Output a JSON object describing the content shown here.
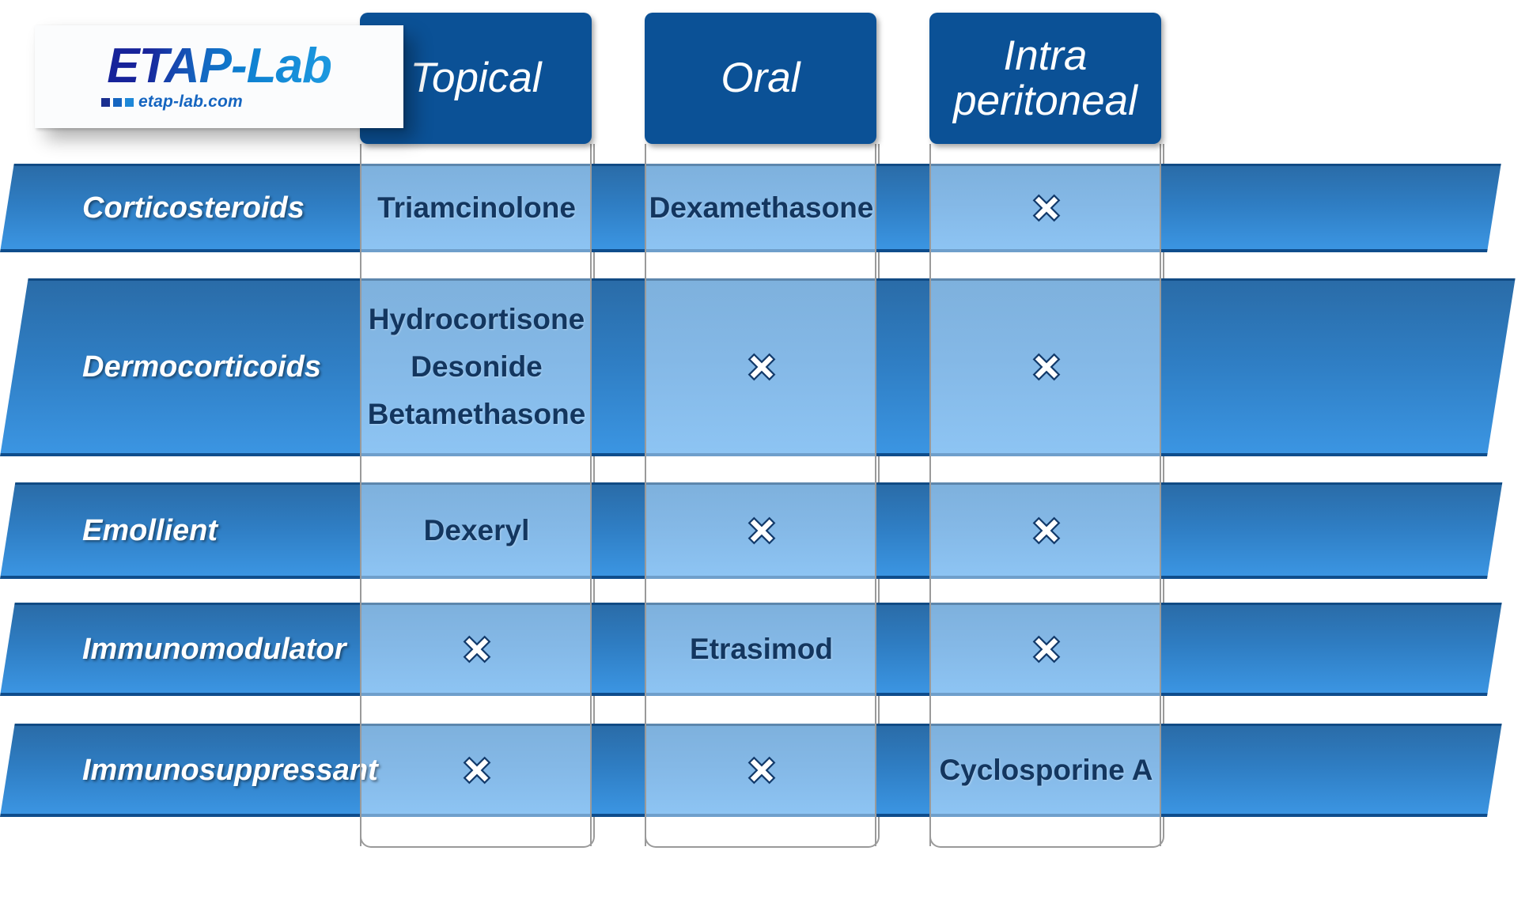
{
  "brand": {
    "name": "ETAP-Lab",
    "domain": "etap-lab.com",
    "squares_icon": "three-squares-icon"
  },
  "table": {
    "row_header_label": "",
    "columns": [
      {
        "label": "Topical"
      },
      {
        "label": "Oral"
      },
      {
        "label": "Intra\nperitoneal"
      }
    ],
    "rows": [
      {
        "label": "Corticosteroids",
        "cells": [
          {
            "type": "text",
            "value": "Triamcinolone"
          },
          {
            "type": "text",
            "value": "Dexamethasone"
          },
          {
            "type": "none",
            "value": "✕"
          }
        ]
      },
      {
        "label": "Dermocorticoids",
        "cells": [
          {
            "type": "list",
            "value": "Hydrocortisone\nDesonide\nBetamethasone"
          },
          {
            "type": "none",
            "value": "✕"
          },
          {
            "type": "none",
            "value": "✕"
          }
        ]
      },
      {
        "label": "Emollient",
        "cells": [
          {
            "type": "text",
            "value": "Dexeryl"
          },
          {
            "type": "none",
            "value": "✕"
          },
          {
            "type": "none",
            "value": "✕"
          }
        ]
      },
      {
        "label": "Immunomodulator",
        "cells": [
          {
            "type": "none",
            "value": "✕"
          },
          {
            "type": "text",
            "value": "Etrasimod"
          },
          {
            "type": "none",
            "value": "✕"
          }
        ]
      },
      {
        "label": "Immunosuppressant",
        "cells": [
          {
            "type": "none",
            "value": "✕"
          },
          {
            "type": "none",
            "value": "✕"
          },
          {
            "type": "text",
            "value": "Cyclosporine A"
          }
        ]
      }
    ]
  },
  "colors": {
    "header_blue": "#0b5196",
    "row_bar_dark": "#2a6ca8",
    "row_bar_light": "#3b95e2",
    "cell_light": "#8dc4f3",
    "cell_text": "#13365f",
    "border_gray": "#9a9a9a",
    "logo_navy": "#17239a",
    "logo_blue": "#1e9ae0"
  },
  "icons": {
    "not-available-icon": "✕"
  }
}
